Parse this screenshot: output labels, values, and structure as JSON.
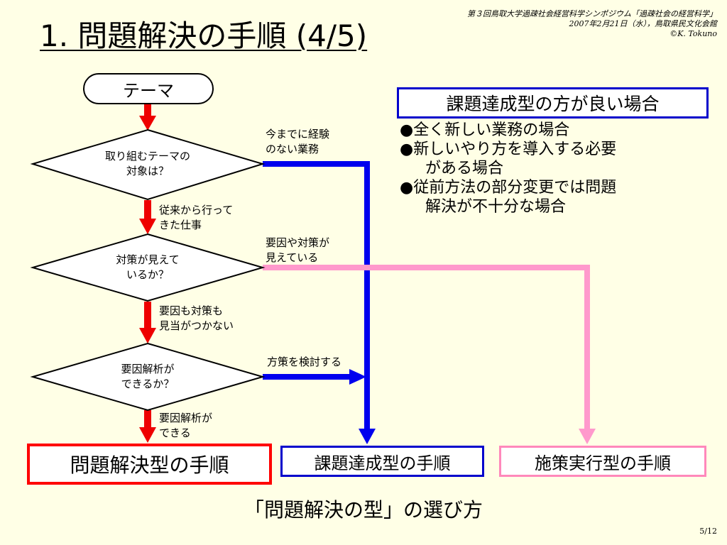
{
  "slide": {
    "title": "1. 問題解決の手順 (4/5)",
    "conference": {
      "line1": "第３回鳥取大学過疎社会経営科学シンポジウム「過疎社会の経営科学」",
      "line2": "2007年2月21日（水），鳥取県民文化会館",
      "line3": "©K. Tokuno"
    },
    "page": "5/12",
    "caption": "「問題解決の型」の選び方"
  },
  "flow": {
    "theme": "テーマ",
    "decision1": [
      "取り組むテーマの",
      "対象は？"
    ],
    "decision2": [
      "対策が見えて",
      "いるか？"
    ],
    "decision3": [
      "要因解析が",
      "できるか？"
    ],
    "label_new": [
      "今までに経験",
      "のない業務"
    ],
    "label_existing": [
      "従来から行って",
      "きた仕事"
    ],
    "label_visible": [
      "要因や対策が",
      "見えている"
    ],
    "label_none": [
      "要因も対策も",
      "見当がつかない"
    ],
    "label_examine": "方策を検討する",
    "label_can": [
      "要因解析が",
      "できる"
    ]
  },
  "results": {
    "problem": "問題解決型の手順",
    "task": "課題達成型の手順",
    "policy": "施策実行型の手順"
  },
  "panel": {
    "title": "課題達成型の方が良い場合",
    "bullets": [
      [
        "●全く新しい業務の場合"
      ],
      [
        "●新しいやり方を導入する必要",
        "がある場合"
      ],
      [
        "●従前方法の部分変更では問題",
        "解決が不十分な場合"
      ]
    ]
  }
}
